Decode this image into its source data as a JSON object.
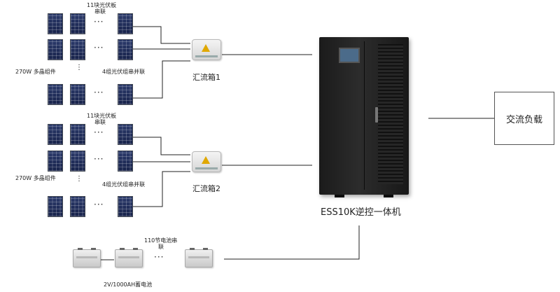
{
  "group1": {
    "series_label_line1": "11块光伏板",
    "series_label_line2": "串联",
    "module_label": "270W 多晶组件",
    "parallel_label": "4组光伏组串并联",
    "combiner_label": "汇流箱1"
  },
  "group2": {
    "series_label_line1": "11块光伏板",
    "series_label_line2": "串联",
    "module_label": "270W 多晶组件",
    "parallel_label": "4组光伏组串并联",
    "combiner_label": "汇流箱2"
  },
  "inverter": {
    "label": "ESS10K逆控一体机"
  },
  "load": {
    "label": "交流负载"
  },
  "battery": {
    "series_label_line1": "110节电池串",
    "series_label_line2": "联",
    "spec_label": "2V/1000AH蓄电池"
  },
  "glyphs": {
    "dots_h": "···",
    "dots_v": "⋮"
  },
  "icons": {
    "solar_panel": "solar-panel-icon",
    "combiner_box": "combiner-box-icon",
    "inverter_cabinet": "inverter-cabinet-icon",
    "battery": "battery-icon"
  },
  "colors": {
    "panel": "#1f2b57",
    "wire": "#222222",
    "warning": "#e0a800",
    "cabinet": "#1e1e1e"
  }
}
